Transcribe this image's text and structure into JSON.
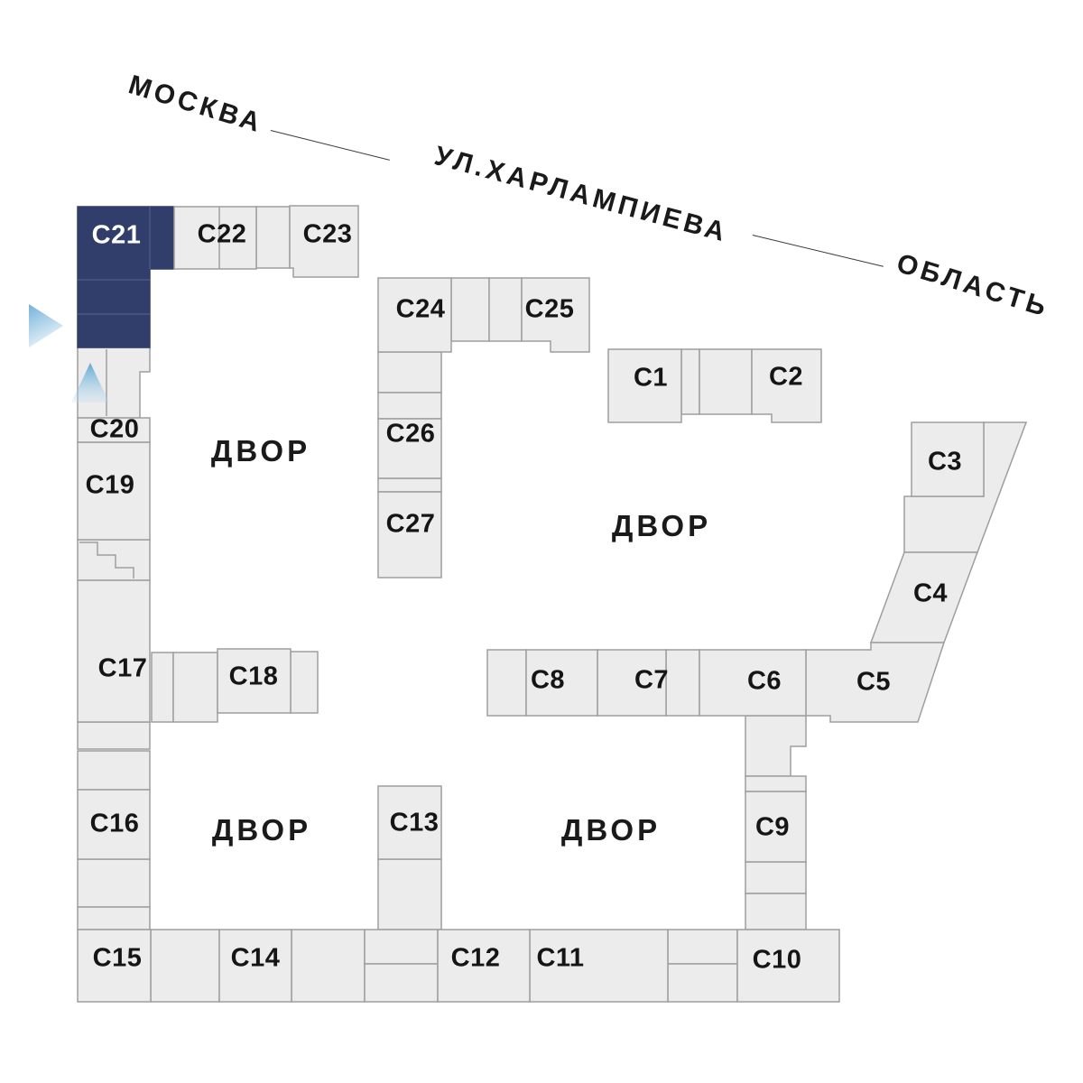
{
  "plan": {
    "street": {
      "from": "МОСКВА",
      "name": "УЛ.ХАРЛАМПИЕВА",
      "to": "ОБЛАСТЬ"
    },
    "courtyards": [
      {
        "label": "ДВОР"
      },
      {
        "label": "ДВОР"
      },
      {
        "label": "ДВОР"
      },
      {
        "label": "ДВОР"
      }
    ],
    "highlighted_building": "С21",
    "colors": {
      "building_fill": "#ececec",
      "building_stroke": "#9e9e9e",
      "highlight_fill": "#313d6b",
      "highlight_text": "#ffffff",
      "label_text": "#151515",
      "arrow_blue": "#6fb0d9"
    },
    "buildings": [
      {
        "id": "c1",
        "label": "С1",
        "highlighted": false
      },
      {
        "id": "c2",
        "label": "С2",
        "highlighted": false
      },
      {
        "id": "c3",
        "label": "С3",
        "highlighted": false
      },
      {
        "id": "c4",
        "label": "С4",
        "highlighted": false
      },
      {
        "id": "c5",
        "label": "С5",
        "highlighted": false
      },
      {
        "id": "c6",
        "label": "С6",
        "highlighted": false
      },
      {
        "id": "c7",
        "label": "С7",
        "highlighted": false
      },
      {
        "id": "c8",
        "label": "С8",
        "highlighted": false
      },
      {
        "id": "c9",
        "label": "С9",
        "highlighted": false
      },
      {
        "id": "c10",
        "label": "С10",
        "highlighted": false
      },
      {
        "id": "c11",
        "label": "С11",
        "highlighted": false
      },
      {
        "id": "c12",
        "label": "С12",
        "highlighted": false
      },
      {
        "id": "c13",
        "label": "С13",
        "highlighted": false
      },
      {
        "id": "c14",
        "label": "С14",
        "highlighted": false
      },
      {
        "id": "c15",
        "label": "С15",
        "highlighted": false
      },
      {
        "id": "c16",
        "label": "С16",
        "highlighted": false
      },
      {
        "id": "c17",
        "label": "С17",
        "highlighted": false
      },
      {
        "id": "c18",
        "label": "С18",
        "highlighted": false
      },
      {
        "id": "c19",
        "label": "С19",
        "highlighted": false
      },
      {
        "id": "c20",
        "label": "С20",
        "highlighted": false
      },
      {
        "id": "c21",
        "label": "С21",
        "highlighted": true
      },
      {
        "id": "c22",
        "label": "С22",
        "highlighted": false
      },
      {
        "id": "c23",
        "label": "С23",
        "highlighted": false
      },
      {
        "id": "c24",
        "label": "С24",
        "highlighted": false
      },
      {
        "id": "c25",
        "label": "С25",
        "highlighted": false
      },
      {
        "id": "c26",
        "label": "С26",
        "highlighted": false
      },
      {
        "id": "c27",
        "label": "С27",
        "highlighted": false
      }
    ]
  }
}
